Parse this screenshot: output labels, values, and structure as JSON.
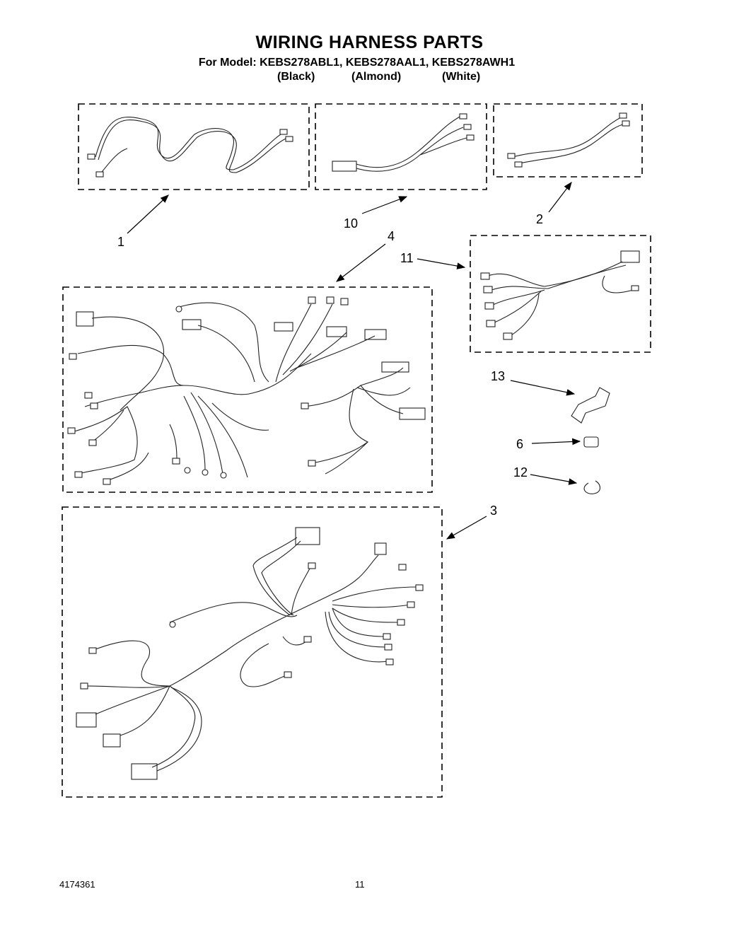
{
  "header": {
    "title": "WIRING HARNESS PARTS",
    "models": "For Model: KEBS278ABL1, KEBS278AAL1, KEBS278AWH1",
    "variants": [
      "(Black)",
      "(Almond)",
      "(White)"
    ]
  },
  "callouts": [
    "1",
    "10",
    "2",
    "4",
    "11",
    "13",
    "6",
    "12",
    "3"
  ],
  "footer": {
    "doc_number": "4174361",
    "page_number": "11"
  }
}
